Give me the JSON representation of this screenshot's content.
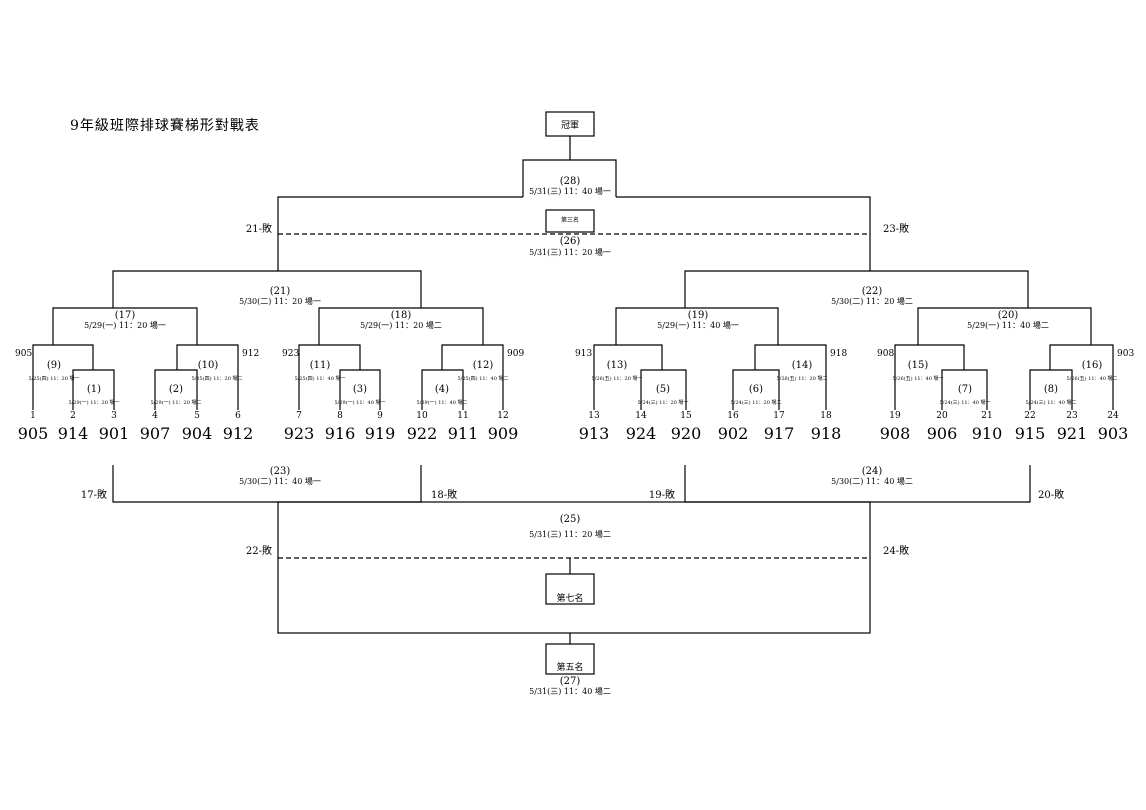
{
  "title": "9年級班際排球賽梯形對戰表",
  "boxes": {
    "champion": "冠軍",
    "third": "第三名",
    "seventh": "第七名",
    "fifth": "第五名"
  },
  "teams": [
    "905",
    "914",
    "901",
    "907",
    "904",
    "912",
    "923",
    "916",
    "919",
    "922",
    "911",
    "909",
    "913",
    "924",
    "920",
    "902",
    "917",
    "918",
    "908",
    "906",
    "910",
    "915",
    "921",
    "903"
  ],
  "seats": [
    "1",
    "2",
    "3",
    "4",
    "5",
    "6",
    "7",
    "8",
    "9",
    "10",
    "11",
    "12",
    "13",
    "14",
    "15",
    "16",
    "17",
    "18",
    "19",
    "20",
    "21",
    "22",
    "23",
    "24"
  ],
  "side_labels": {
    "l905": "905",
    "l912": "912",
    "l923": "923",
    "l909": "909",
    "l913": "913",
    "l918": "918",
    "l908": "908",
    "l903": "903"
  },
  "loser_labels": {
    "l21": "21-敗",
    "l23": "23-敗",
    "l17": "17-敗",
    "l18": "18-敗",
    "l19": "19-敗",
    "l20": "20-敗",
    "l22": "22-敗",
    "l24": "24-敗"
  },
  "matches": {
    "m1": {
      "no": "(1)",
      "time": "5/29(一) 11：20 場一"
    },
    "m2": {
      "no": "(2)",
      "time": "5/29(一) 11：20 場二"
    },
    "m3": {
      "no": "(3)",
      "time": "5/29(一) 11：40 場一"
    },
    "m4": {
      "no": "(4)",
      "time": "5/29(一) 11：40 場二"
    },
    "m5": {
      "no": "(5)",
      "time": "5/24(三) 11：20 場一"
    },
    "m6": {
      "no": "(6)",
      "time": "5/24(三) 11：20 場二"
    },
    "m7": {
      "no": "(7)",
      "time": "5/24(三) 11：40 場一"
    },
    "m8": {
      "no": "(8)",
      "time": "5/24(三) 11：40 場二"
    },
    "m9": {
      "no": "(9)",
      "time": "5/25(四) 11：20 場一"
    },
    "m10": {
      "no": "(10)",
      "time": "5/25(四) 11：20 場二"
    },
    "m11": {
      "no": "(11)",
      "time": "5/25(四) 11：40 場一"
    },
    "m12": {
      "no": "(12)",
      "time": "5/25(四) 11：40 場二"
    },
    "m13": {
      "no": "(13)",
      "time": "5/26(五) 11：20 場一"
    },
    "m14": {
      "no": "(14)",
      "time": "5/26(五) 11：20 場二"
    },
    "m15": {
      "no": "(15)",
      "time": "5/26(五) 11：40 場一"
    },
    "m16": {
      "no": "(16)",
      "time": "5/26(五) 11：40 場二"
    },
    "m17": {
      "no": "(17)",
      "time": "5/29(一) 11：20 場一"
    },
    "m18": {
      "no": "(18)",
      "time": "5/29(一) 11：20 場二"
    },
    "m19": {
      "no": "(19)",
      "time": "5/29(一) 11：40 場一"
    },
    "m20": {
      "no": "(20)",
      "time": "5/29(一) 11：40 場二"
    },
    "m21": {
      "no": "(21)",
      "time": "5/30(二) 11：20 場一"
    },
    "m22": {
      "no": "(22)",
      "time": "5/30(二) 11：20 場二"
    },
    "m23": {
      "no": "(23)",
      "time": "5/30(二) 11：40 場一"
    },
    "m24": {
      "no": "(24)",
      "time": "5/30(二) 11：40 場二"
    },
    "m25": {
      "no": "(25)",
      "time": "5/31(三) 11：20 場二"
    },
    "m26": {
      "no": "(26)",
      "time": "5/31(三) 11：20 場一"
    },
    "m27": {
      "no": "(27)",
      "time": "5/31(三) 11：40 場二"
    },
    "m28": {
      "no": "(28)",
      "time": "5/31(三) 11：40 場一"
    }
  },
  "colors": {
    "line": "#000000",
    "background": "#ffffff",
    "accent_num": "#c0392b"
  }
}
